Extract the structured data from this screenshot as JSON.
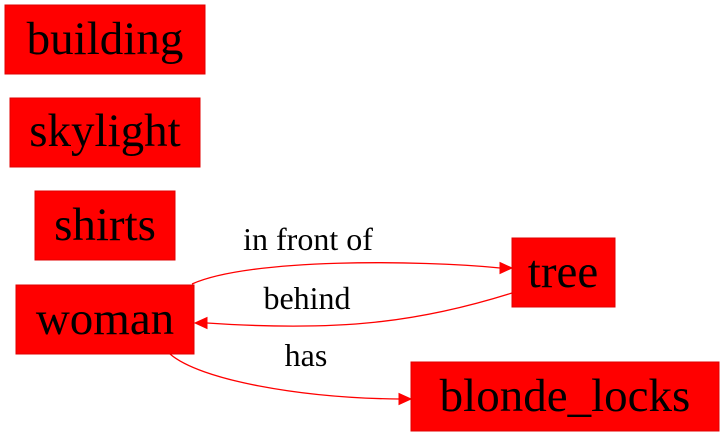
{
  "diagram": {
    "nodes": {
      "building": "building",
      "skylight": "skylight",
      "shirts": "shirts",
      "woman": "woman",
      "tree": "tree",
      "blonde_locks": "blonde_locks"
    },
    "edges": {
      "woman_tree": "in front of",
      "tree_woman": "behind",
      "woman_blonde_locks": "has"
    },
    "colors": {
      "node_fill": "#ff0000",
      "edge": "#ff0000",
      "text": "#000000"
    }
  }
}
